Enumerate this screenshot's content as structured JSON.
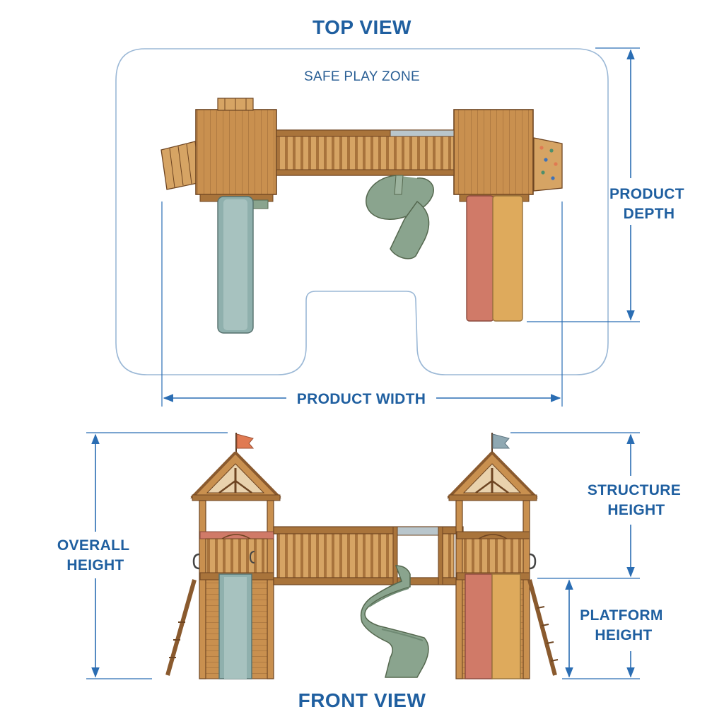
{
  "titles": {
    "top_view": "TOP VIEW",
    "front_view": "FRONT VIEW"
  },
  "zone": {
    "label": "SAFE PLAY ZONE"
  },
  "dimensions": {
    "product_depth": [
      "PRODUCT",
      "DEPTH"
    ],
    "product_width": "PRODUCT WIDTH",
    "overall_height": [
      "OVERALL",
      "HEIGHT"
    ],
    "structure_height": [
      "STRUCTURE",
      "HEIGHT"
    ],
    "platform_height": [
      "PLATFORM",
      "HEIGHT"
    ]
  },
  "colors": {
    "dimension_blue": "#2a6db3",
    "title_blue": "#1f5fa0",
    "wood": "#c9904f",
    "slide_teal": "#8fb0ad",
    "slide_green": "#8aa48e",
    "slide_red": "#d07a68",
    "slide_yellow": "#deaa5c",
    "flag_orange": "#e07a52",
    "flag_grey": "#8fa8b2"
  }
}
